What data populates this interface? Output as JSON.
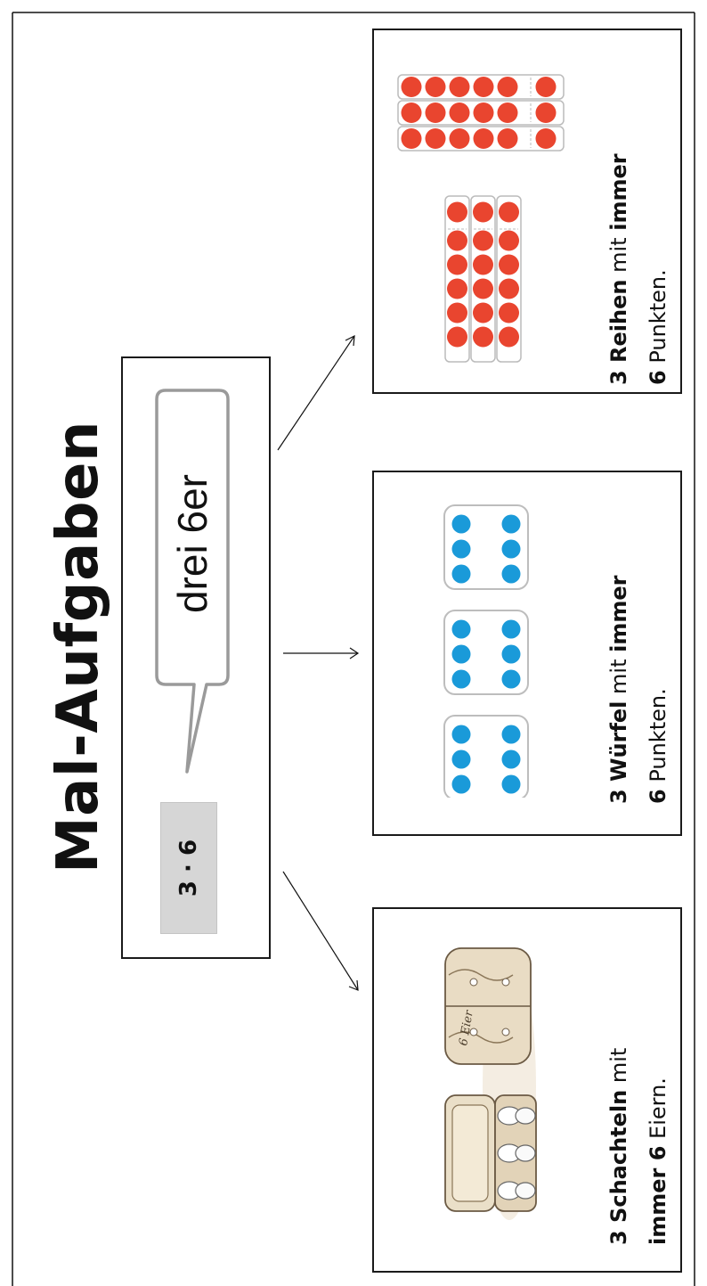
{
  "title": "Mal-Aufgaben",
  "center": {
    "equation": "3 · 6",
    "speech": "drei 6er"
  },
  "captions": {
    "rows": {
      "part1_bold": "3 Reihen",
      "part1_rest": " mit ",
      "part1_bold2": "immer",
      "part2_bold": "6",
      "part2_rest": " Punkten."
    },
    "dice": {
      "part1_bold": "3 Würfel",
      "part1_rest": " mit ",
      "part1_bold2": "immer",
      "part2_bold": "6",
      "part2_rest": " Punkten."
    },
    "boxes": {
      "part1_bold": "3 Schachteln",
      "part1_rest": " mit",
      "part2_bold": "immer 6",
      "part2_rest": " Eiern."
    }
  },
  "egg_box_label": "6 Eier",
  "colors": {
    "red_dot": "#e9452f",
    "blue_dot": "#1a9ad9",
    "grey_box": "#d6d6d6"
  }
}
